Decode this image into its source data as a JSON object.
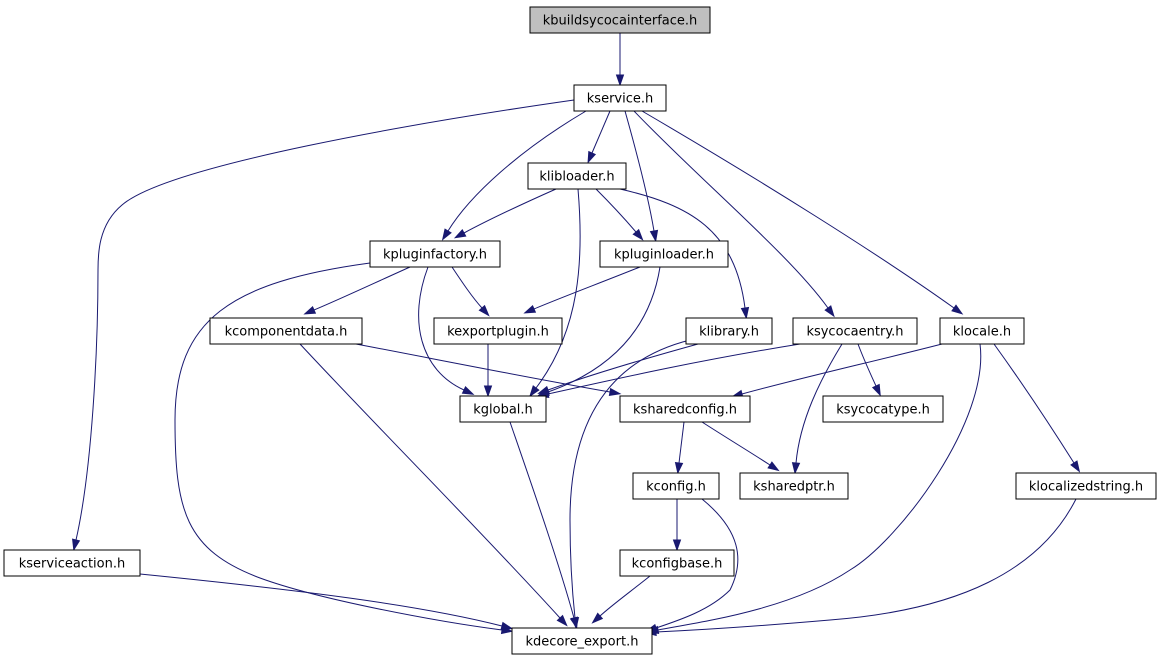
{
  "diagram": {
    "nodes": [
      {
        "id": "kbuildsycocainterface",
        "label": "kbuildsycocainterface.h",
        "highlighted": true
      },
      {
        "id": "kservice",
        "label": "kservice.h"
      },
      {
        "id": "klibloader",
        "label": "klibloader.h"
      },
      {
        "id": "kpluginfactory",
        "label": "kpluginfactory.h"
      },
      {
        "id": "kpluginloader",
        "label": "kpluginloader.h"
      },
      {
        "id": "kcomponentdata",
        "label": "kcomponentdata.h"
      },
      {
        "id": "kexportplugin",
        "label": "kexportplugin.h"
      },
      {
        "id": "klibrary",
        "label": "klibrary.h"
      },
      {
        "id": "ksycocaentry",
        "label": "ksycocaentry.h"
      },
      {
        "id": "klocale",
        "label": "klocale.h"
      },
      {
        "id": "kglobal",
        "label": "kglobal.h"
      },
      {
        "id": "ksharedconfig",
        "label": "ksharedconfig.h"
      },
      {
        "id": "ksycocatype",
        "label": "ksycocatype.h"
      },
      {
        "id": "kconfig",
        "label": "kconfig.h"
      },
      {
        "id": "ksharedptr",
        "label": "ksharedptr.h"
      },
      {
        "id": "klocalizedstring",
        "label": "klocalizedstring.h"
      },
      {
        "id": "kserviceaction",
        "label": "kserviceaction.h"
      },
      {
        "id": "kconfigbase",
        "label": "kconfigbase.h"
      },
      {
        "id": "kdecore_export",
        "label": "kdecore_export.h"
      }
    ],
    "edges": [
      {
        "from": "kbuildsycocainterface",
        "to": "kservice"
      },
      {
        "from": "kservice",
        "to": "kserviceaction"
      },
      {
        "from": "kservice",
        "to": "kpluginfactory"
      },
      {
        "from": "kservice",
        "to": "klibloader"
      },
      {
        "from": "kservice",
        "to": "kpluginloader"
      },
      {
        "from": "kservice",
        "to": "ksycocaentry"
      },
      {
        "from": "kservice",
        "to": "klocale"
      },
      {
        "from": "klibloader",
        "to": "kpluginfactory"
      },
      {
        "from": "klibloader",
        "to": "kpluginloader"
      },
      {
        "from": "klibloader",
        "to": "kglobal"
      },
      {
        "from": "klibloader",
        "to": "klibrary"
      },
      {
        "from": "kpluginfactory",
        "to": "kcomponentdata"
      },
      {
        "from": "kpluginfactory",
        "to": "kexportplugin"
      },
      {
        "from": "kpluginfactory",
        "to": "kglobal"
      },
      {
        "from": "kpluginfactory",
        "to": "kdecore_export"
      },
      {
        "from": "kpluginloader",
        "to": "kexportplugin"
      },
      {
        "from": "kpluginloader",
        "to": "kglobal"
      },
      {
        "from": "kcomponentdata",
        "to": "ksharedconfig"
      },
      {
        "from": "kcomponentdata",
        "to": "kdecore_export"
      },
      {
        "from": "kexportplugin",
        "to": "kglobal"
      },
      {
        "from": "klibrary",
        "to": "kglobal"
      },
      {
        "from": "klibrary",
        "to": "kdecore_export"
      },
      {
        "from": "ksycocaentry",
        "to": "kglobal"
      },
      {
        "from": "ksycocaentry",
        "to": "ksycocatype"
      },
      {
        "from": "ksycocaentry",
        "to": "ksharedptr"
      },
      {
        "from": "klocale",
        "to": "ksharedconfig"
      },
      {
        "from": "klocale",
        "to": "klocalizedstring"
      },
      {
        "from": "klocale",
        "to": "kdecore_export"
      },
      {
        "from": "kglobal",
        "to": "kdecore_export"
      },
      {
        "from": "ksharedconfig",
        "to": "kconfig"
      },
      {
        "from": "ksharedconfig",
        "to": "ksharedptr"
      },
      {
        "from": "kconfig",
        "to": "kconfigbase"
      },
      {
        "from": "kconfig",
        "to": "kdecore_export"
      },
      {
        "from": "kconfigbase",
        "to": "kdecore_export"
      },
      {
        "from": "klocalizedstring",
        "to": "kdecore_export"
      },
      {
        "from": "kserviceaction",
        "to": "kdecore_export"
      }
    ]
  }
}
